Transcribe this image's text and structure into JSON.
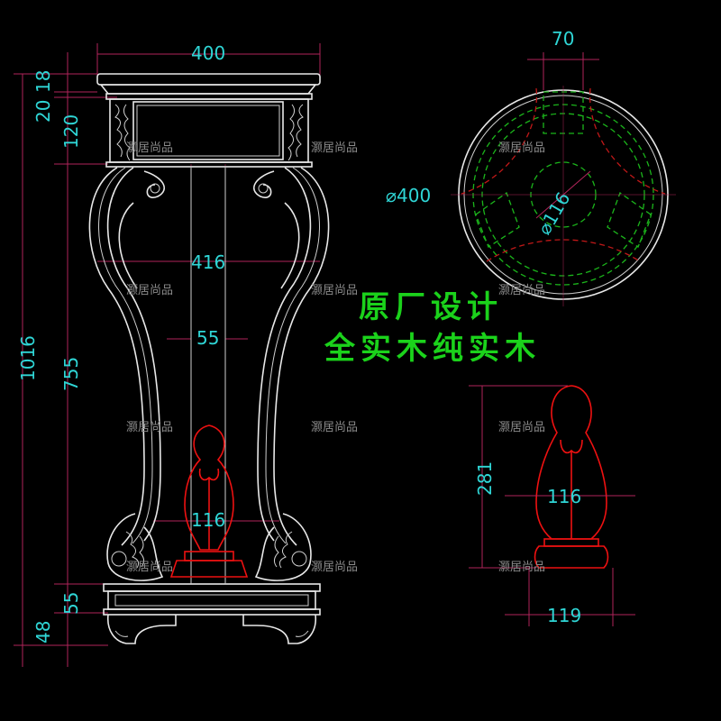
{
  "title_line1": "原厂设计",
  "title_line2": "全实木纯实木",
  "watermark": "灏居尚品",
  "front_view": {
    "top_width": "400",
    "top_h1": "18",
    "top_h2": "20",
    "apron_h": "120",
    "total_h": "1016",
    "leg_h": "755",
    "leg_span": "416",
    "center_gap": "55",
    "finial_w": "116",
    "base_h": "55",
    "foot_h": "48"
  },
  "top_view": {
    "diameter": "⌀400",
    "inner_diameter": "⌀116",
    "leg_w": "70"
  },
  "finial_view": {
    "height": "281",
    "width": "116",
    "base_width": "119"
  },
  "colors": {
    "dimension": "#2fd6d6",
    "dimension_line": "#b0245a",
    "drawing": "#e8e8e8",
    "finial": "#e11111",
    "hidden_green": "#1bb51b",
    "title": "#1bd21b"
  }
}
